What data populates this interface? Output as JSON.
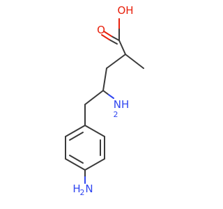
{
  "molecule": {
    "atoms": {
      "hydroxyl": "OH",
      "carbonyl_oxygen": "O",
      "side_amine": "NH",
      "side_amine_subscript": "2",
      "ring_amine_h": "H",
      "ring_amine_subscript": "2",
      "ring_amine_n": "N"
    }
  }
}
